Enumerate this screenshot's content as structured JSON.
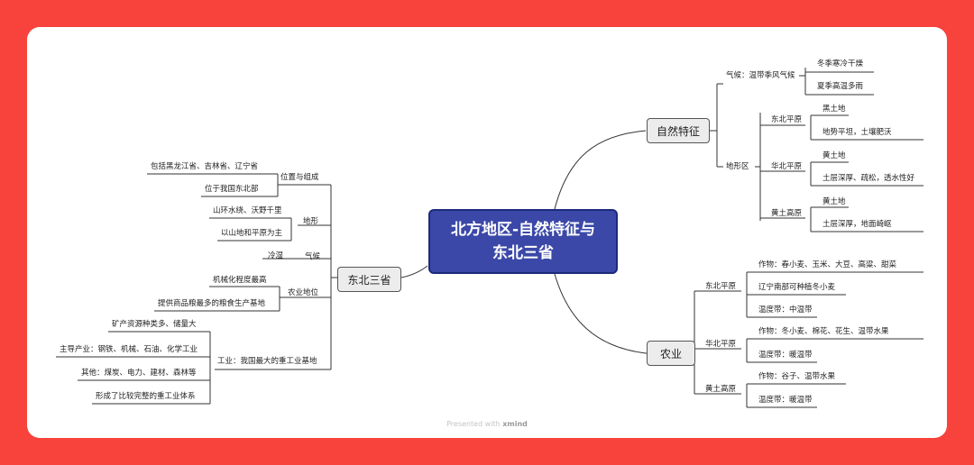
{
  "root": {
    "line1": "北方地区-自然特征与",
    "line2": "东北三省"
  },
  "branches": {
    "ziran": "自然特征",
    "nongye": "农业",
    "dongbei": "东北三省"
  },
  "ziran": {
    "qihou": "气候：温带季风气候",
    "qihou_items": [
      "冬季寒冷干燥",
      "夏季高温多雨"
    ],
    "dixingqu": "地形区",
    "dongbeipingyuan": "东北平原",
    "dongbeipingyuan_items": [
      "黑土地",
      "地势平坦，土壤肥沃"
    ],
    "huabeipingyuan": "华北平原",
    "huabeipingyuan_items": [
      "黄土地",
      "土层深厚、疏松，透水性好"
    ],
    "huangtugaoyuan": "黄土高原",
    "huangtugaoyuan_items": [
      "黄土地",
      "土层深厚，地面崎岖"
    ]
  },
  "nongye": {
    "dongbeipingyuan": "东北平原",
    "dongbeipingyuan_items": [
      "作物：春小麦、玉米、大豆、高粱、甜菜",
      "辽宁南部可种植冬小麦",
      "温度带：中温带"
    ],
    "huabeipingyuan": "华北平原",
    "huabeipingyuan_items": [
      "作物：冬小麦、棉花、花生、温带水果",
      "温度带：暖温带"
    ],
    "huangtugaoyuan": "黄土高原",
    "huangtugaoyuan_items": [
      "作物：谷子、温带水果",
      "温度带：暖温带"
    ]
  },
  "dongbei": {
    "weizhi": "位置与组成",
    "weizhi_items": [
      "包括黑龙江省、吉林省、辽宁省",
      "位于我国东北部"
    ],
    "dixing": "地形",
    "dixing_items": [
      "山环水绕、沃野千里",
      "以山地和平原为主"
    ],
    "qihou": "气候",
    "qihou_item": "冷湿",
    "nongye": "农业地位",
    "nongye_items": [
      "机械化程度最高",
      "提供商品粮最多的粮食生产基地"
    ],
    "gongye": "工业：我国最大的重工业基地",
    "gongye_items": [
      "矿产资源种类多、储量大",
      "主导产业：钢铁、机械、石油、化学工业",
      "其他：煤炭、电力、建材、森林等",
      "形成了比较完整的重工业体系"
    ]
  },
  "footer": {
    "prefix": "Presented with",
    "brand": "xmind"
  },
  "colors": {
    "background": "#F7433B",
    "root_fill": "#3B48A8",
    "line": "#333333"
  }
}
